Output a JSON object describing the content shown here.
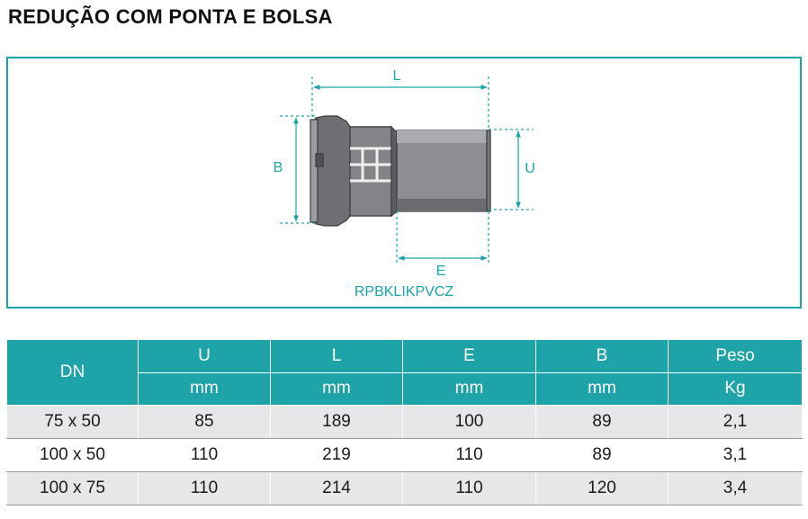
{
  "title": "REDUÇÃO COM PONTA E BOLSA",
  "drawing": {
    "dim_L": "L",
    "dim_B": "B",
    "dim_U": "U",
    "dim_E": "E",
    "product_code": "RPBKLIKPVCZ",
    "accent_color": "#1aa3a8"
  },
  "table": {
    "header_color": "#1ea3a8",
    "row_shade_color": "#e6e7e8",
    "dn_label": "DN",
    "columns": [
      {
        "label": "U",
        "unit": "mm"
      },
      {
        "label": "L",
        "unit": "mm"
      },
      {
        "label": "E",
        "unit": "mm"
      },
      {
        "label": "B",
        "unit": "mm"
      },
      {
        "label": "Peso",
        "unit": "Kg"
      }
    ],
    "rows": [
      {
        "dn": "75 x 50",
        "cells": [
          "85",
          "189",
          "100",
          "89",
          "2,1"
        ]
      },
      {
        "dn": "100 x 50",
        "cells": [
          "110",
          "219",
          "110",
          "89",
          "3,1"
        ]
      },
      {
        "dn": "100 x 75",
        "cells": [
          "110",
          "214",
          "110",
          "120",
          "3,4"
        ]
      }
    ]
  }
}
